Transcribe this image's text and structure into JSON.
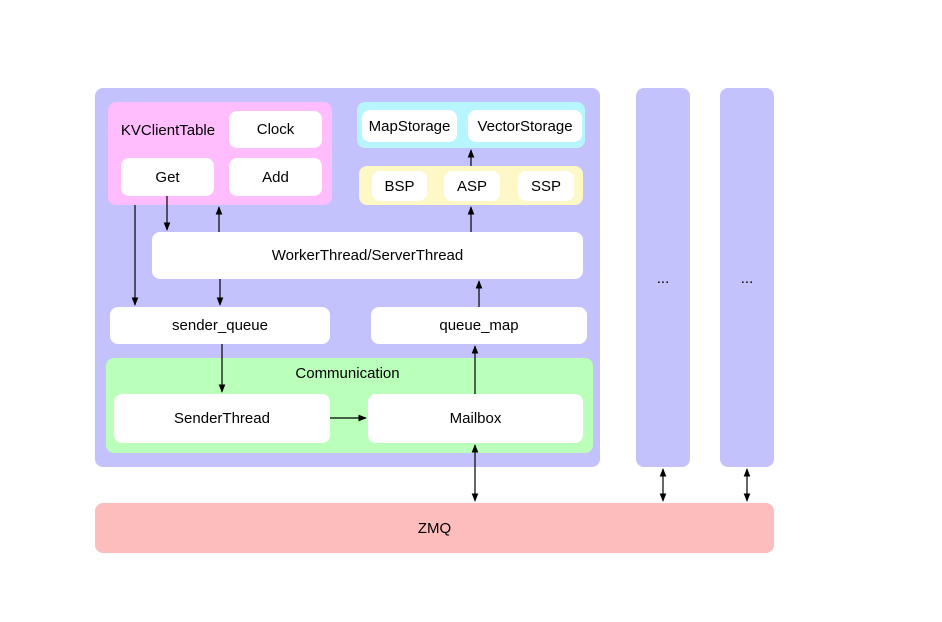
{
  "colors": {
    "node_panel": "#c4c2fd",
    "kvclient_panel": "#ffbdfd",
    "storage_panel": "#b8f6ff",
    "consistency_panel": "#fdf8c6",
    "communication_panel": "#baffba",
    "zmq_bar": "#fdbdbd",
    "box": "#ffffff"
  },
  "kvclient": {
    "title": "KVClientTable",
    "clock": "Clock",
    "get": "Get",
    "add": "Add"
  },
  "storage": {
    "map": "MapStorage",
    "vector": "VectorStorage"
  },
  "consistency": {
    "bsp": "BSP",
    "asp": "ASP",
    "ssp": "SSP"
  },
  "worker": {
    "label": "WorkerThread/ServerThread"
  },
  "queues": {
    "sender": "sender_queue",
    "map": "queue_map"
  },
  "communication": {
    "title": "Communication",
    "sender_thread": "SenderThread",
    "mailbox": "Mailbox"
  },
  "other_nodes": [
    "...",
    "..."
  ],
  "zmq": {
    "label": "ZMQ"
  }
}
